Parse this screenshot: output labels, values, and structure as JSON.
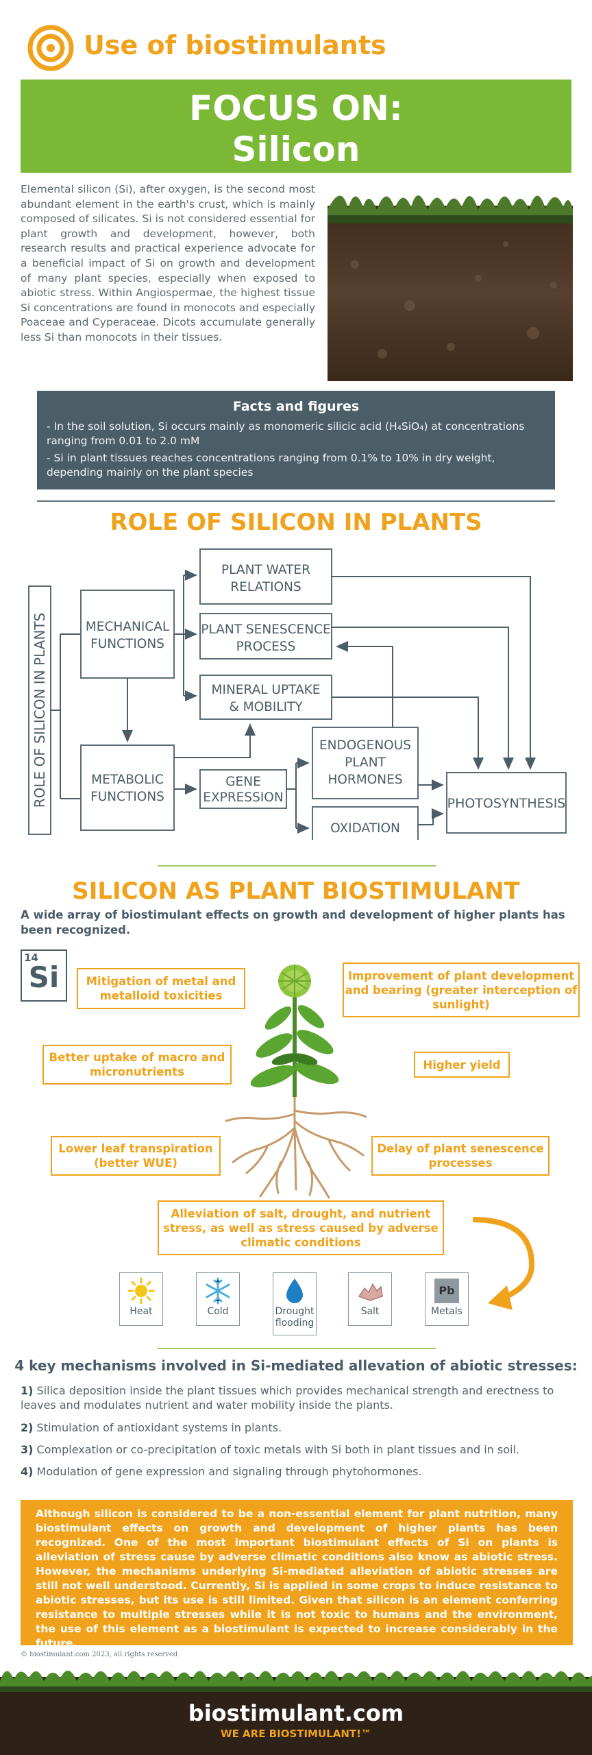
{
  "header": {
    "title": "Use of biostimulants",
    "focus_line1": "FOCUS ON:",
    "focus_line2": "Silicon"
  },
  "intro": {
    "text": "Elemental silicon (Si), after oxygen, is the second most abundant element in the earth's crust, which is mainly composed of silicates. Si is not considered essential for plant growth and development, however, both research results and practical experience advocate for a beneficial impact of Si on growth and development of many plant species, especially when exposed to abiotic stress. Within Angiospermae, the highest tissue Si concentrations are found in monocots and especially Poaceae and Cyperaceae. Dicots accumulate generally less Si than monocots in their tissues."
  },
  "facts": {
    "title": "Facts and figures",
    "fact1": "- In the soil solution, Si occurs mainly as monomeric silicic acid (H₄SiO₄) at concentrations ranging from 0.01 to 2.0 mM",
    "fact2": "- Si in plant tissues reaches concentrations ranging from 0.1% to 10% in dry weight, depending mainly on the plant species"
  },
  "role": {
    "title": "ROLE OF SILICON IN PLANTS",
    "vertical_label": "ROLE OF SILICON IN PLANTS",
    "mechanical_1": "MECHANICAL",
    "mechanical_2": "FUNCTIONS",
    "metabolic_1": "METABOLIC",
    "metabolic_2": "FUNCTIONS",
    "water_1": "PLANT WATER",
    "water_2": "RELATIONS",
    "senescence_1": "PLANT SENESCENCE",
    "senescence_2": "PROCESS",
    "mineral_1": "MINERAL UPTAKE",
    "mineral_2": "& MOBILITY",
    "gene_1": "GENE",
    "gene_2": "EXPRESSION",
    "hormones_1": "ENDOGENOUS",
    "hormones_2": "PLANT",
    "hormones_3": "HORMONES",
    "oxidation": "OXIDATION",
    "photosynthesis": "PHOTOSYNTHESIS"
  },
  "biostimulant": {
    "title": "SILICON AS PLANT BIOSTIMULANT",
    "intro": "A wide array of biostimulant effects on growth and development of higher plants has been recognized.",
    "element_number": "14",
    "element_symbol": "Si",
    "effects": {
      "metal": "Mitigation of metal and metalloid toxicities",
      "development": "Improvement of plant development and bearing (greater interception of sunlight)",
      "uptake": "Better uptake of macro and micronutrients",
      "yield": "Higher yield",
      "transpiration": "Lower leaf transpiration (better WUE)",
      "senescence": "Delay of plant senescence processes",
      "alleviation": "Alleviation of salt, drought, and nutrient stress, as well as stress caused by adverse climatic conditions"
    },
    "stresses": {
      "heat": "Heat",
      "cold": "Cold",
      "drought_1": "Drought",
      "drought_2": "flooding",
      "salt": "Salt",
      "metals": "Metals",
      "metals_symbol": "Pb"
    }
  },
  "mechanisms": {
    "title": "4 key mechanisms involved in Si-mediated allevation of abiotic stresses:",
    "items": [
      {
        "num": "1)",
        "text": "Silica deposition inside the plant tissues which provides mechanical strength and erectness to leaves and modulates nutrient and water mobility inside the plants."
      },
      {
        "num": "2)",
        "text": "Stimulation of antioxidant systems in plants."
      },
      {
        "num": "3)",
        "text": "Complexation or co-precipitation of toxic metals with Si both in plant tissues and in soil."
      },
      {
        "num": "4)",
        "text": "Modulation of gene expression and signaling through phytohormones."
      }
    ]
  },
  "summary": {
    "text": "Although silicon is considered to be a non-essential element for plant nutrition, many biostimulant effects on growth and development of higher plants has been recognized. One of the most important biostimulant effects of Si on plants is alleviation of stress cause by adverse climatic conditions also know as abiotic stress. However, the mechanisms underlying Si-mediated alleviation of abiotic stresses are still not well understood. Currently, Si is applied in some crops to induce resistance to abiotic stresses, but its use is still limited. Given that silicon is an element conferring resistance to multiple stresses while it is not toxic to humans and the environment, the use of this element as a biostimulant is expected to increase considerably in the future."
  },
  "footer": {
    "copyright": "© biostimulant.com 2023, all rights reserved",
    "brand": "biostimulant.com",
    "tagline": "WE ARE BIOSTIMULANT!™"
  },
  "colors": {
    "orange": "#f0a21c",
    "green": "#7bb835",
    "slate": "#4b5d67"
  }
}
